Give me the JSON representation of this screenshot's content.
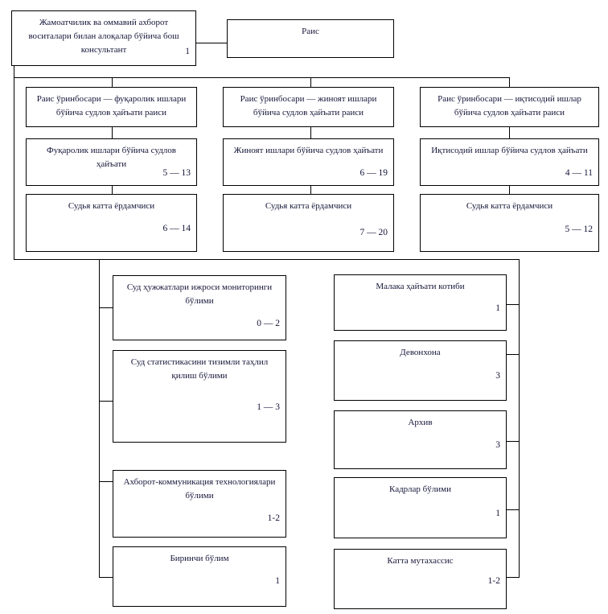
{
  "chart_title": "",
  "colors": {
    "border": "#000000",
    "text": "#16163a",
    "background": "#ffffff"
  },
  "nodes": {
    "consultant": {
      "label": "Жамоатчилик ва оммавий ахборот воситалари билан алоқалар бўйича бош консультант",
      "count": "1"
    },
    "chairman": {
      "label": "Раис",
      "count": ""
    },
    "deputy_civil": {
      "label": "Раис ўринбосари — фуқаролик ишлари бўйича судлов ҳайъати раиси",
      "count": ""
    },
    "deputy_criminal": {
      "label": "Раис ўринбосари — жиноят ишлари бўйича судлов ҳайъати раиси",
      "count": ""
    },
    "deputy_economic": {
      "label": "Раис ўринбосари — иқтисодий ишлар бўйича судлов ҳайъати раиси",
      "count": ""
    },
    "board_civil": {
      "label": "Фуқаролик ишлари бўйича судлов ҳайъати",
      "count": "5 — 13"
    },
    "board_criminal": {
      "label": "Жиноят ишлари бўйича судлов ҳайъати",
      "count": "6 — 19"
    },
    "board_economic": {
      "label": "Иқтисодий ишлар бўйича судлов ҳайъати",
      "count": "4 — 11"
    },
    "senior_assistant_civil": {
      "label": "Судья катта ёрдамчиси",
      "count": "6 — 14"
    },
    "senior_assistant_criminal": {
      "label": "Судья катта ёрдамчиси",
      "count": "7 — 20"
    },
    "senior_assistant_economic": {
      "label": "Судья катта ёрдамчиси",
      "count": "5 — 12"
    },
    "monitoring_dept": {
      "label": "Суд ҳужжатлари ижроси мониторинги бўлими",
      "count": "0 — 2"
    },
    "statistics_dept": {
      "label": "Суд статистикасини тизимли таҳлил қилиш бўлими",
      "count": "1 — 3"
    },
    "ict_dept": {
      "label": "Ахборот-коммуникация технологиялари бўлими",
      "count": "1-2"
    },
    "first_dept": {
      "label": "Биринчи бўлим",
      "count": "1"
    },
    "qualification_secretary": {
      "label": "Малака ҳайъати котиби",
      "count": "1"
    },
    "chancellery": {
      "label": "Девонхона",
      "count": "3"
    },
    "archive": {
      "label": "Архив",
      "count": "3"
    },
    "hr_dept": {
      "label": "Кадрлар бўлими",
      "count": "1"
    },
    "senior_specialist": {
      "label": "Катта мутахассис",
      "count": "1-2"
    }
  }
}
